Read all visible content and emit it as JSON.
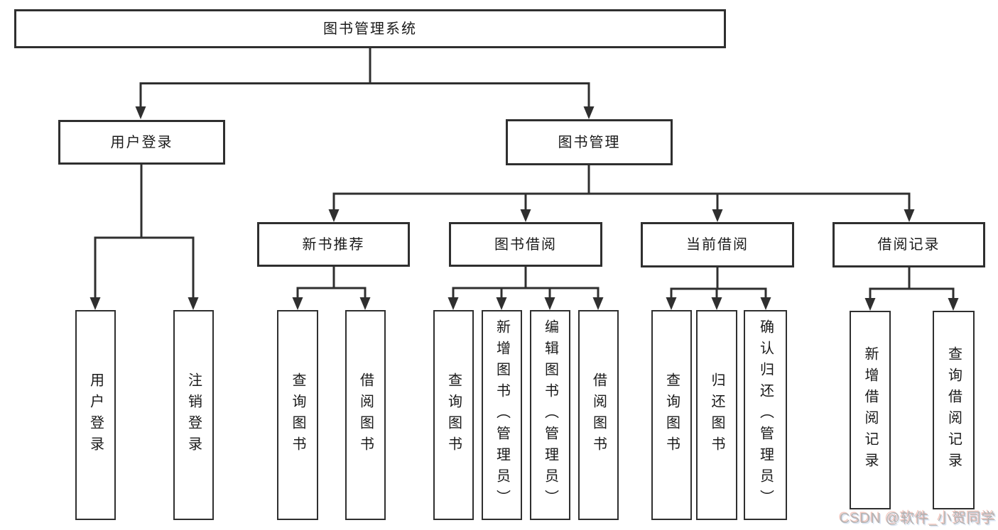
{
  "root": {
    "label": "图书管理系统"
  },
  "level2": [
    {
      "id": "user-login",
      "label": "用户登录"
    },
    {
      "id": "book-management",
      "label": "图书管理"
    }
  ],
  "level3": [
    {
      "id": "new-book-recommend",
      "label": "新书推荐"
    },
    {
      "id": "book-borrow",
      "label": "图书借阅"
    },
    {
      "id": "current-borrow",
      "label": "当前借阅"
    },
    {
      "id": "borrow-records",
      "label": "借阅记录"
    }
  ],
  "leaves": [
    {
      "parent": "用户登录",
      "label": "用户登录"
    },
    {
      "parent": "用户登录",
      "label": "注销登录"
    },
    {
      "parent": "新书推荐",
      "label": "查询图书"
    },
    {
      "parent": "新书推荐",
      "label": "借阅图书"
    },
    {
      "parent": "图书借阅",
      "label": "查询图书"
    },
    {
      "parent": "图书借阅",
      "label": "新增图书（管理员）"
    },
    {
      "parent": "图书借阅",
      "label": "编辑图书（管理员）"
    },
    {
      "parent": "图书借阅",
      "label": "借阅图书"
    },
    {
      "parent": "当前借阅",
      "label": "查询图书"
    },
    {
      "parent": "当前借阅",
      "label": "归还图书"
    },
    {
      "parent": "当前借阅",
      "label": "确认归还（管理员）"
    },
    {
      "parent": "借阅记录",
      "label": "新增借阅记录"
    },
    {
      "parent": "借阅记录",
      "label": "查询借阅记录"
    }
  ],
  "watermark": "CSDN @软件_小贺同学",
  "colors": {
    "line": "#2f2f2f",
    "text": "#1a1a1a",
    "watermark": "#b3b3b3"
  }
}
